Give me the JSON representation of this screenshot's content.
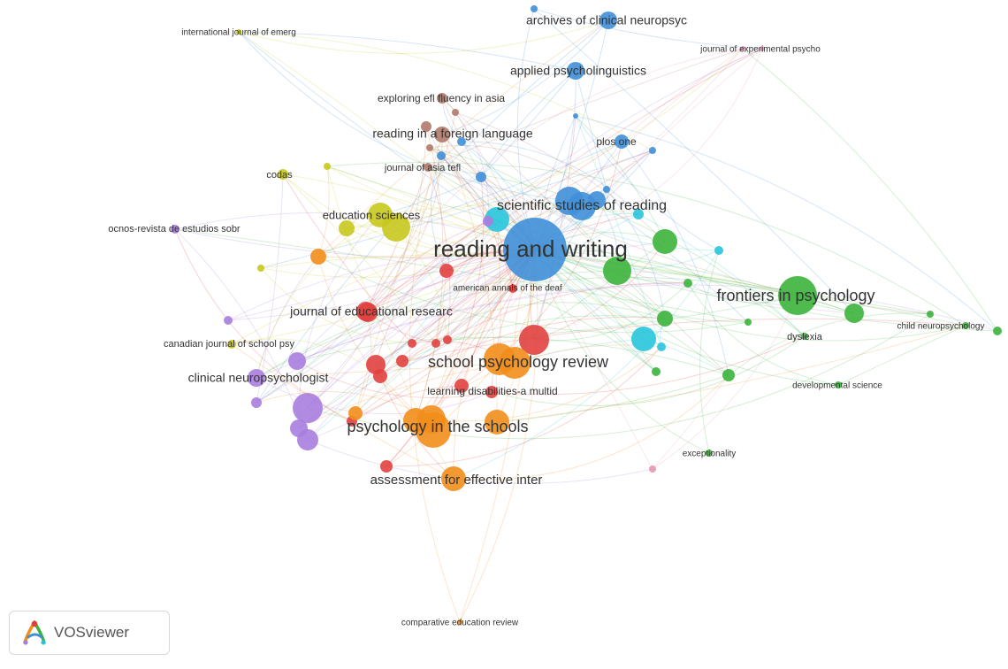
{
  "app": {
    "name": "VOSviewer"
  },
  "clusters": {
    "red": "#e0413f",
    "orange": "#f28e1b",
    "yellow": "#c8c81e",
    "green": "#3cb43c",
    "blue": "#3f8fd8",
    "cyan": "#28c5dc",
    "purple": "#a87ddf",
    "brown": "#b07a6a",
    "pink": "#e796b4"
  },
  "nodes": [
    {
      "id": "rw",
      "label": "reading and writing",
      "cluster": "blue",
      "weight": 10
    },
    {
      "id": "fp",
      "label": "frontiers in psychology",
      "cluster": "green",
      "weight": 7
    },
    {
      "id": "spr",
      "label": "school psychology review",
      "cluster": "orange",
      "weight": 7
    },
    {
      "id": "pits",
      "label": "psychology in the schools",
      "cluster": "orange",
      "weight": 7
    },
    {
      "id": "ssr",
      "label": "scientific studies of reading",
      "cluster": "blue",
      "weight": 6
    },
    {
      "id": "aei",
      "label": "assessment for effective inter",
      "cluster": "orange",
      "weight": 5
    },
    {
      "id": "cnp",
      "label": "clinical neuropsychologist",
      "cluster": "purple",
      "weight": 5
    },
    {
      "id": "jer",
      "label": "journal of educational researc",
      "cluster": "red",
      "weight": 5
    },
    {
      "id": "es",
      "label": "education sciences",
      "cluster": "yellow",
      "weight": 5
    },
    {
      "id": "ap",
      "label": "applied psycholinguistics",
      "cluster": "blue",
      "weight": 5
    },
    {
      "id": "acn",
      "label": "archives of clinical neuropsyc",
      "cluster": "blue",
      "weight": 5
    },
    {
      "id": "rfl",
      "label": "reading in a foreign language",
      "cluster": "brown",
      "weight": 5
    },
    {
      "id": "efl",
      "label": "exploring efl fluency in asia",
      "cluster": "brown",
      "weight": 4
    },
    {
      "id": "plos",
      "label": "plos one",
      "cluster": "blue",
      "weight": 4
    },
    {
      "id": "ldm",
      "label": "learning disabilities-a multid",
      "cluster": "red",
      "weight": 4
    },
    {
      "id": "aad",
      "label": "american annals of the deaf",
      "cluster": "red",
      "weight": 3
    },
    {
      "id": "cjsp",
      "label": "canadian journal of school psy",
      "cluster": "yellow",
      "weight": 3
    },
    {
      "id": "ocnos",
      "label": "ocnos-revista de estudios sobr",
      "cluster": "purple",
      "weight": 3
    },
    {
      "id": "codas",
      "label": "codas",
      "cluster": "yellow",
      "weight": 3
    },
    {
      "id": "jat",
      "label": "journal of asia tefl",
      "cluster": "brown",
      "weight": 3
    },
    {
      "id": "ije",
      "label": "international journal of emerg",
      "cluster": "yellow",
      "weight": 2
    },
    {
      "id": "jep",
      "label": "journal of experimental psycho",
      "cluster": "pink",
      "weight": 2
    },
    {
      "id": "dys",
      "label": "dyslexia",
      "cluster": "green",
      "weight": 3
    },
    {
      "id": "cnpsy",
      "label": "child neuropsychology",
      "cluster": "green",
      "weight": 2
    },
    {
      "id": "ds",
      "label": "developmental science",
      "cluster": "green",
      "weight": 2
    },
    {
      "id": "exc",
      "label": "exceptionality",
      "cluster": "green",
      "weight": 2
    },
    {
      "id": "cer",
      "label": "comparative education review",
      "cluster": "orange",
      "weight": 2
    }
  ]
}
